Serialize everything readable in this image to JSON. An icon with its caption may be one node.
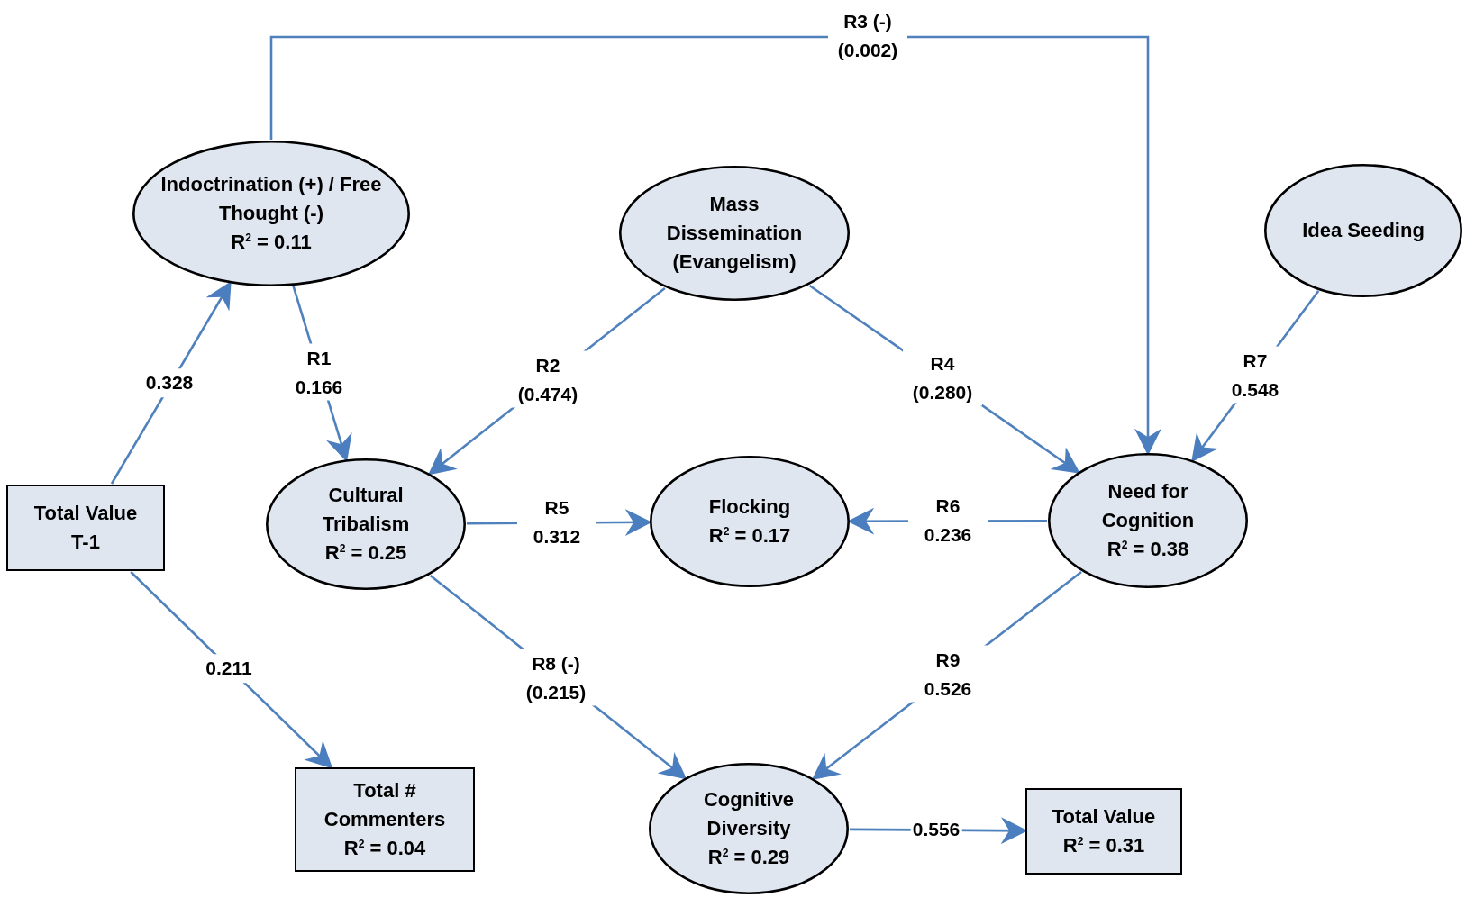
{
  "diagram": {
    "nodes": [
      {
        "text": [
          "Indoctrination (+) / Free Thought (-)",
          "R$^{2}$ = 0.11"
        ]
      },
      {
        "text": [
          "Mass Dissemination (Evangelism)"
        ]
      },
      {
        "text": [
          "Idea Seeding"
        ]
      },
      {
        "text": [
          "Total Value",
          "T-1"
        ]
      },
      {
        "text": [
          "Cultural Tribalism",
          "R$^{2}$ = 0.25"
        ]
      },
      {
        "text": [
          "Flocking",
          "R$^{2}$ = 0.17"
        ]
      },
      {
        "text": [
          "Need for Cognition",
          "R$^{2}$ = 0.38"
        ]
      },
      {
        "text": [
          "Total # Commenters",
          "R$^{2}$ = 0.04"
        ]
      },
      {
        "text": [
          "Cognitive Diversity",
          "R$^{2}$ = 0.29"
        ]
      },
      {
        "text": [
          "Total Value",
          "R$^{2}$ = 0.31"
        ]
      }
    ],
    "edges": [
      {
        "from": 3,
        "to": 0,
        "arrow": "to",
        "label": "0.328"
      },
      {
        "from": 3,
        "to": 7,
        "arrow": "to",
        "label": "0.211"
      },
      {
        "from": 0,
        "to": 4,
        "arrow": "to",
        "label": "R1 0.166"
      },
      {
        "from": 1,
        "to": 4,
        "arrow": "to",
        "label": "R2 (0.474)"
      },
      {
        "from": 0,
        "to": 6,
        "arrow": "to",
        "label": "R3 (-) (0.002)"
      },
      {
        "from": 1,
        "to": 6,
        "arrow": "to",
        "label": "R4 (0.280)"
      },
      {
        "from": 4,
        "to": 5,
        "arrow": "to",
        "label": "R5 0.312"
      },
      {
        "from": 6,
        "to": 5,
        "arrow": "to",
        "label": "R6 0.236"
      },
      {
        "from": 2,
        "to": 6,
        "arrow": "to",
        "label": "R7 0.548"
      },
      {
        "from": 4,
        "to": 8,
        "arrow": "to",
        "label": "R8 (-) (0.215)"
      },
      {
        "from": 6,
        "to": 8,
        "arrow": "to",
        "label": "R9 0.526"
      },
      {
        "from": 8,
        "to": 9,
        "arrow": "to",
        "label": "0.556"
      }
    ]
  }
}
